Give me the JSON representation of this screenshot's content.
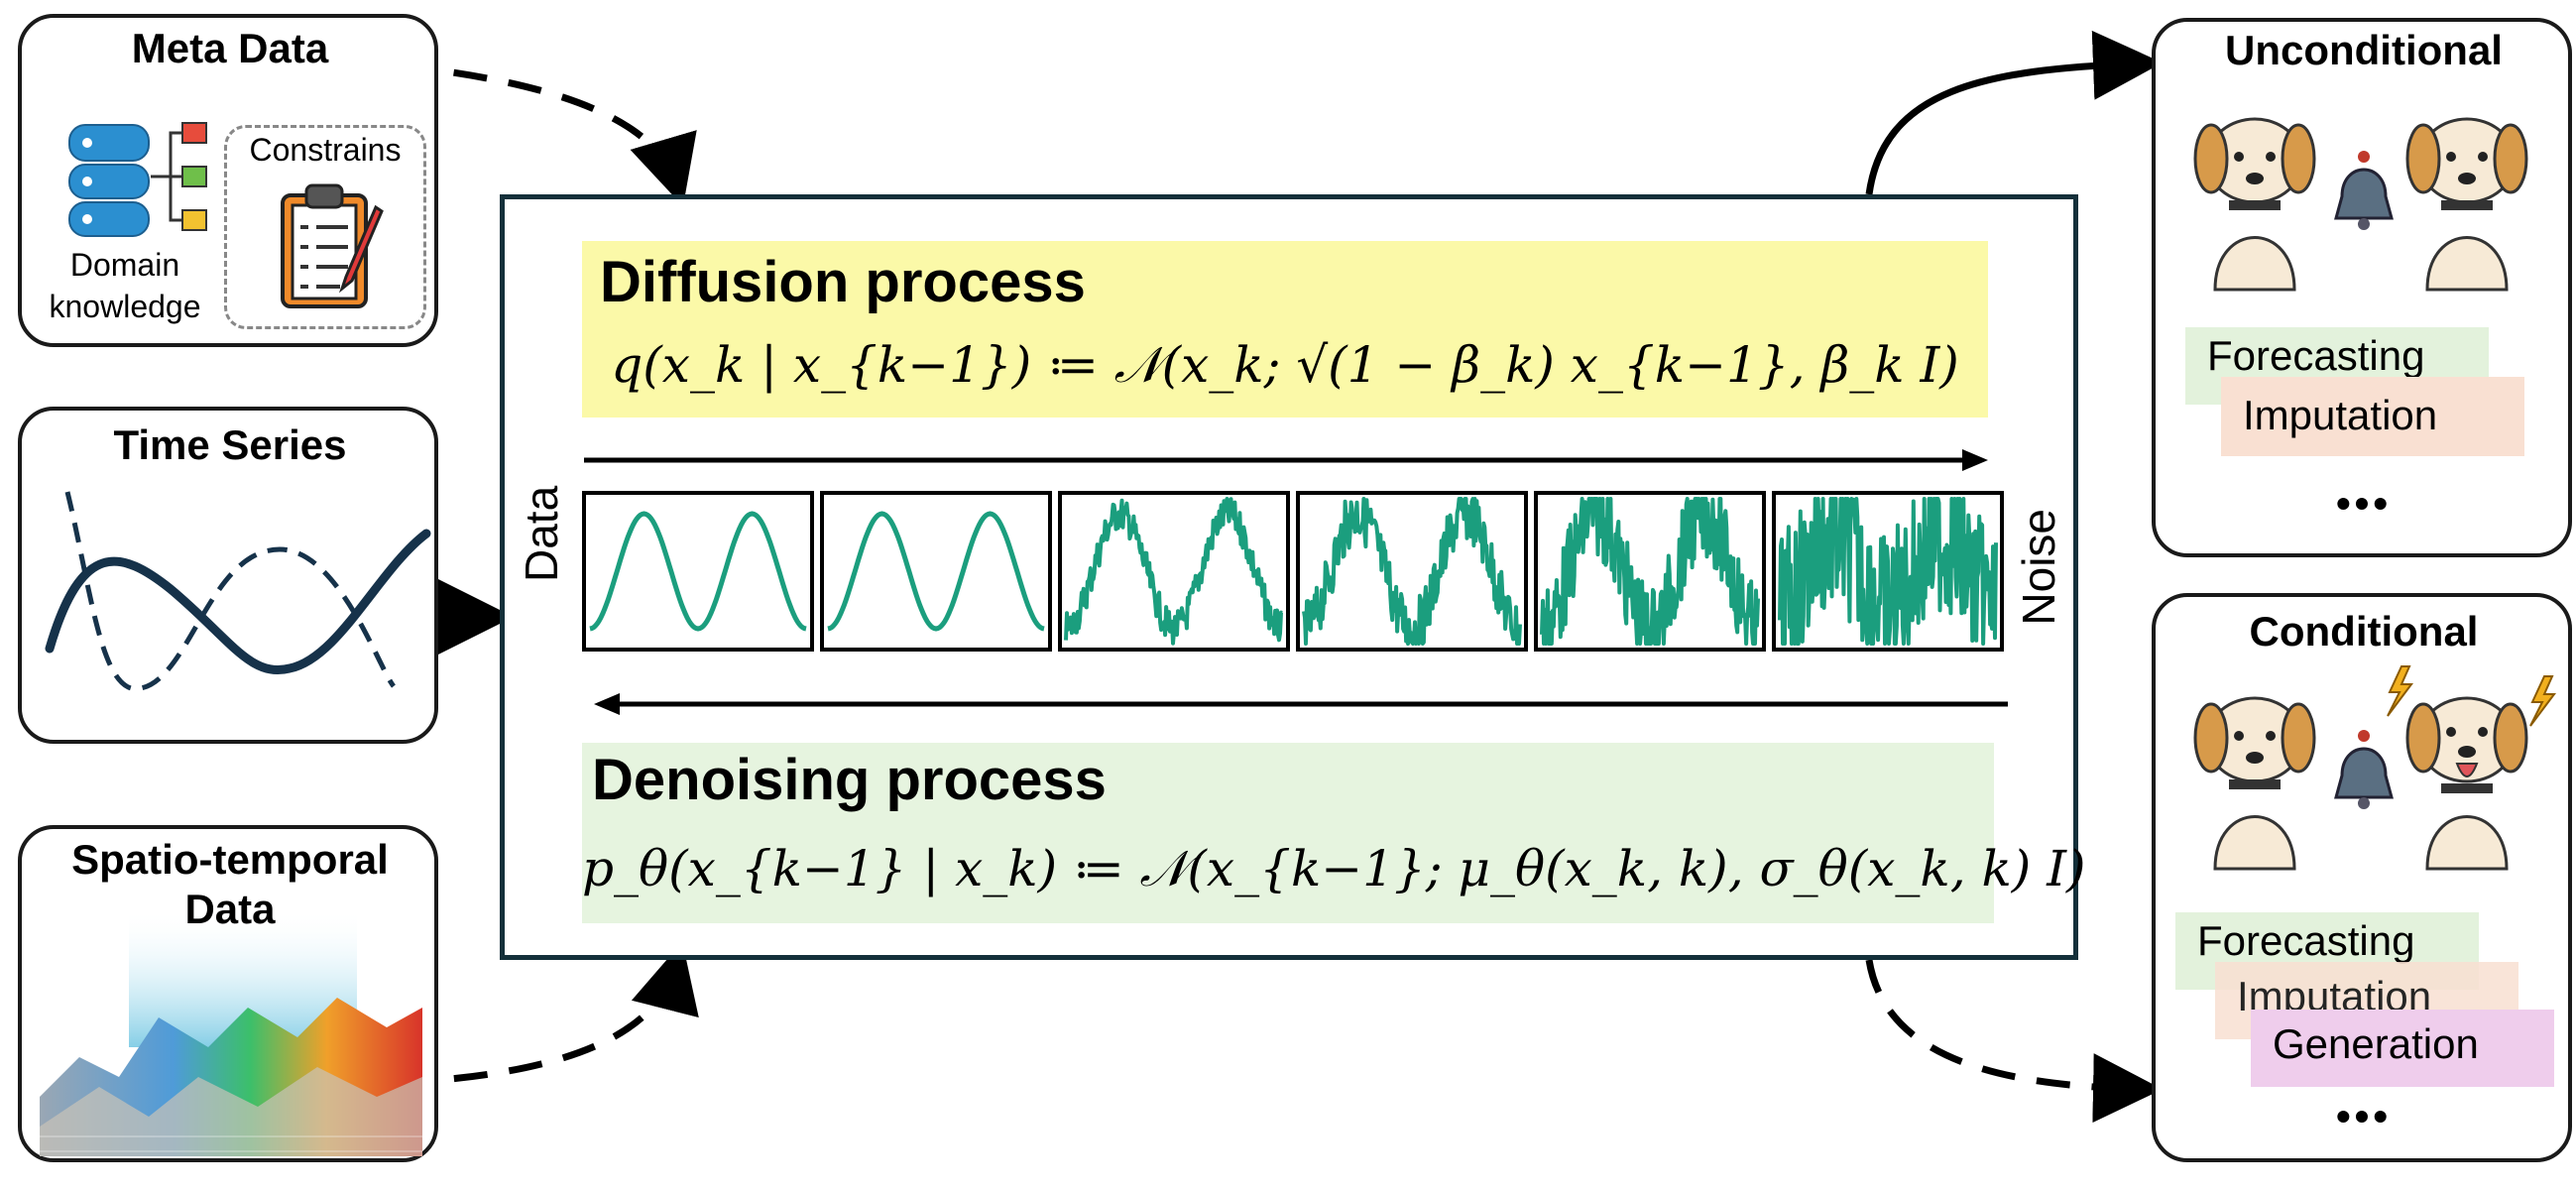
{
  "inputs": {
    "meta_data": {
      "title": "Meta Data",
      "domain_label": "Domain knowledge",
      "constraints_label": "Constrains"
    },
    "time_series": {
      "title": "Time Series"
    },
    "spatio_temporal": {
      "title": "Spatio-temporal Data"
    }
  },
  "center": {
    "diffusion": {
      "title": "Diffusion process",
      "formula": "q(x_k | x_{k−1}) ≔ 𝒩(x_k; √(1 − β_k) x_{k−1}, β_k I)",
      "color": "#fbf9a8"
    },
    "denoising": {
      "title": "Denoising process",
      "formula": "p_θ(x_{k−1} | x_k) ≔ 𝒩(x_{k−1}; μ_θ(x_k, k), σ_θ(x_k, k) I)",
      "color": "#e6f4df"
    },
    "axis_left": "Data",
    "axis_right": "Noise",
    "wave_color": "#1b9e7e",
    "wave_panels": 6
  },
  "outputs": {
    "unconditional": {
      "title": "Unconditional",
      "tasks": [
        "Forecasting",
        "Imputation"
      ],
      "more": "•••"
    },
    "conditional": {
      "title": "Conditional",
      "tasks": [
        "Forecasting",
        "Imputation",
        "Generation"
      ],
      "more": "•••"
    }
  },
  "colors": {
    "frame": "#14303a",
    "forecasting": "#e3f2dc",
    "imputation": "#f9e0d2",
    "generation": "#efcdec"
  }
}
